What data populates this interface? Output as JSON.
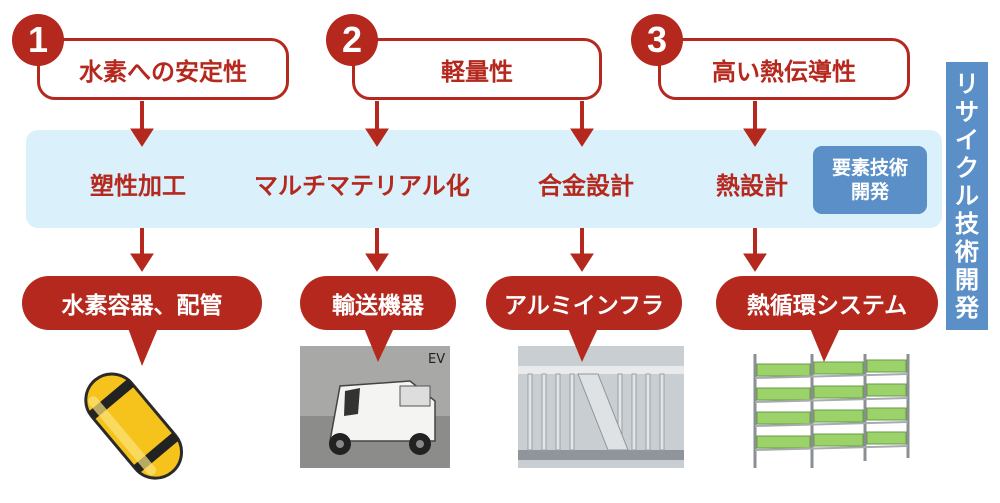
{
  "properties": [
    {
      "number": "1",
      "label": "水素への安定性"
    },
    {
      "number": "2",
      "label": "軽量性"
    },
    {
      "number": "3",
      "label": "高い熱伝導性"
    }
  ],
  "technologies": [
    "塑性加工",
    "マルチマテリアル化",
    "合金設計",
    "熱設計"
  ],
  "element_tech_badge": {
    "line1": "要素技術",
    "line2": "開発"
  },
  "side_label": [
    "リ",
    "サ",
    "イ",
    "ク",
    "ル",
    "技",
    "術",
    "開",
    "発"
  ],
  "applications": [
    "水素容器、配管",
    "輸送機器",
    "アルミインフラ",
    "熱循環システム"
  ],
  "ev_tag": "EV",
  "colors": {
    "accent": "#b5281e",
    "band": "#daf0fa",
    "badge_blue": "#5b8fc7"
  }
}
